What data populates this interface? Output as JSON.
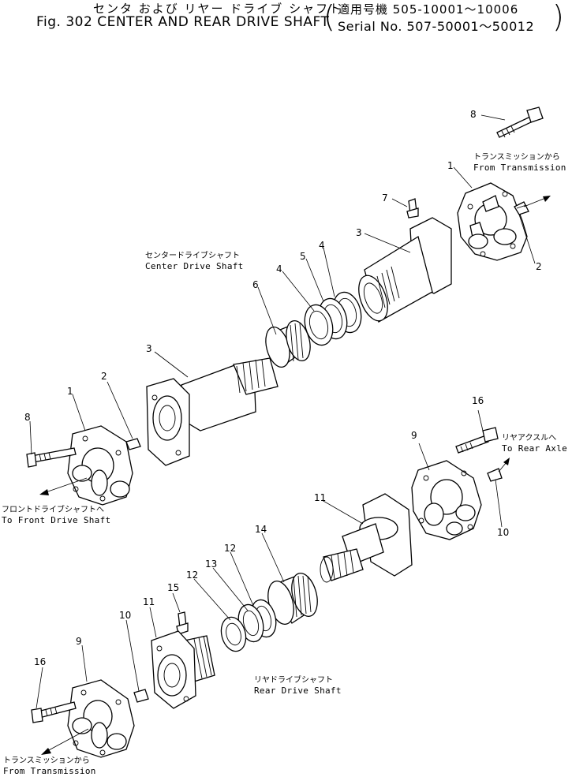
{
  "header": {
    "jp_title": "センタ および リヤー ドライブ シャフト",
    "en_title": "Fig. 302 CENTER AND REAR DRIVE SHAFT",
    "serial_jp": "適用号機 505-10001〜10006",
    "serial_en": "Serial No. 507-50001〜50012"
  },
  "labels": {
    "from_transmission_jp": "トランスミッションから",
    "from_transmission_en": "From Transmission",
    "center_shaft_jp": "センタードライブシャフト",
    "center_shaft_en": "Center Drive Shaft",
    "rear_axle_jp": "リヤアクスルへ",
    "rear_axle_en": "To Rear Axle",
    "front_shaft_jp": "フロントドライブシャフトへ",
    "front_shaft_en": "To Front Drive Shaft",
    "rear_shaft_jp": "リヤドライブシャフト",
    "rear_shaft_en": "Rear Drive Shaft",
    "from_transmission2_jp": "トランスミッションから",
    "from_transmission2_en": "From Transmission"
  },
  "callouts": [
    "8",
    "1",
    "7",
    "3",
    "2",
    "5",
    "4",
    "4",
    "6",
    "3",
    "2",
    "1",
    "8",
    "16",
    "9",
    "10",
    "11",
    "14",
    "12",
    "13",
    "12",
    "15",
    "11",
    "10",
    "9",
    "16"
  ]
}
